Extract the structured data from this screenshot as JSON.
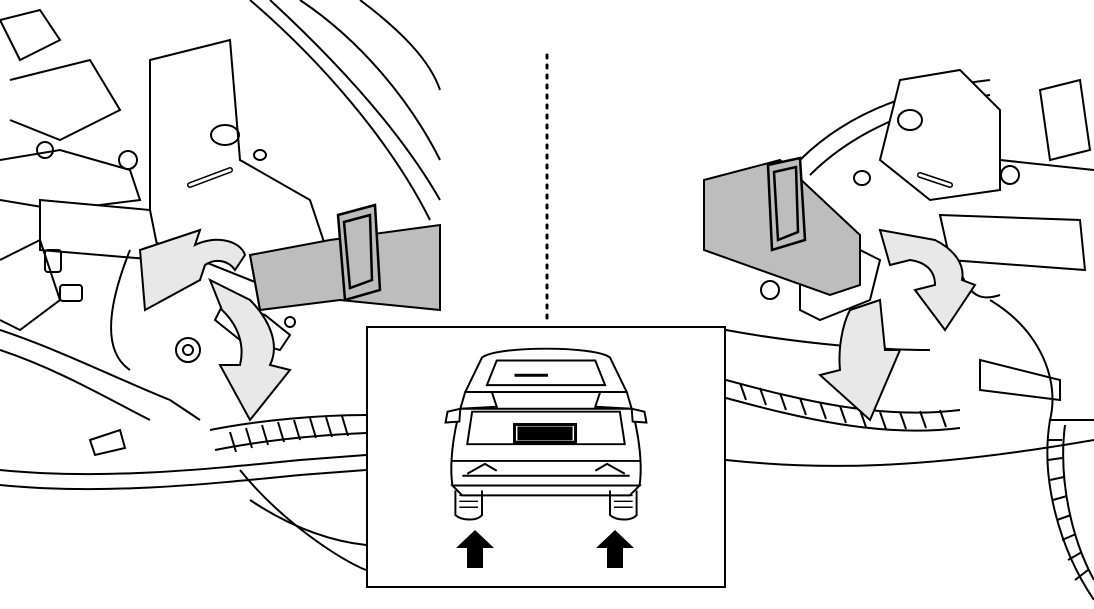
{
  "figure": {
    "panels": [
      {
        "id": "left",
        "subject": "jack-lifting-pad-rear-left"
      },
      {
        "id": "right",
        "subject": "jack-lifting-pad-rear-right"
      }
    ],
    "inset": {
      "subject": "vehicle-rear-view",
      "markers": [
        "up-arrow-icon",
        "up-arrow-icon"
      ]
    },
    "colors": {
      "line": "#000000",
      "fill": "#ffffff",
      "beam": "#bdbdbd",
      "arrow_fill": "#e8e8e8",
      "marker": "#000000"
    }
  }
}
